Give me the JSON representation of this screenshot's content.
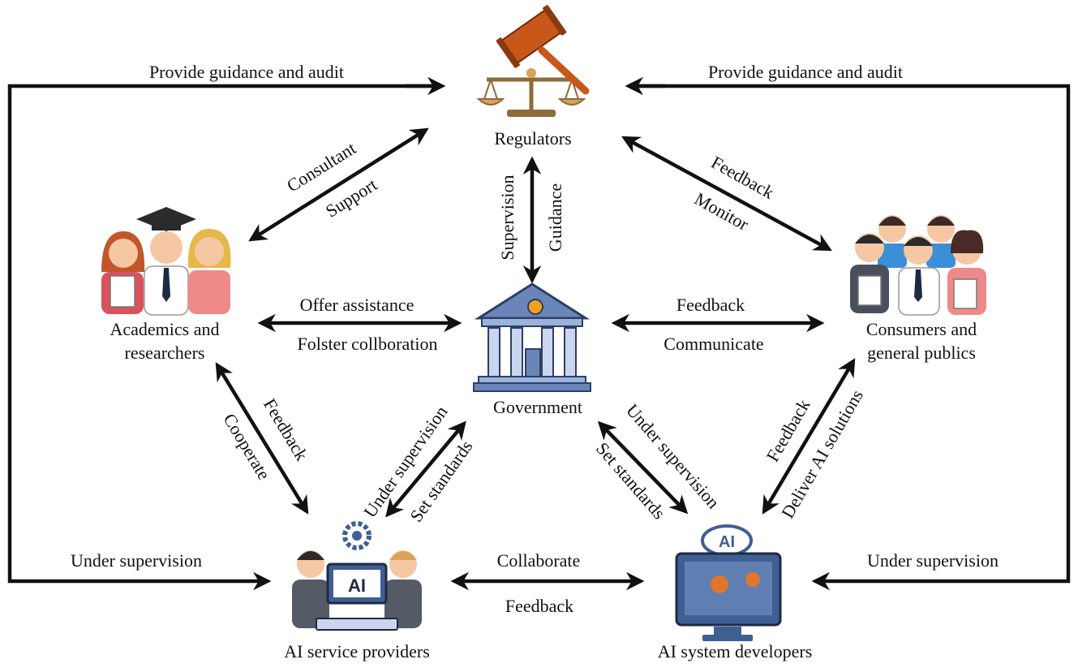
{
  "nodes": {
    "regulators": "Regulators",
    "government": "Government",
    "academics_line1": "Academics and",
    "academics_line2": "researchers",
    "consumers_line1": "Consumers and",
    "consumers_line2": "general publics",
    "providers": "AI service providers",
    "developers": "AI system developers"
  },
  "edges": {
    "guide_left": "Provide guidance and audit",
    "guide_right": "Provide guidance and audit",
    "consultant": "Consultant",
    "support": "Support",
    "feedback_reg_cons": "Feedback",
    "monitor": "Monitor",
    "supervision": "Supervision",
    "guidance": "Guidance",
    "offer_assistance": "Offer assistance",
    "folster": "Folster collboration",
    "feedback_gov_cons": "Feedback",
    "communicate": "Communicate",
    "feedback_acad_prov": "Feedback",
    "cooperate": "Cooperate",
    "under_sup_gov_prov": "Under supervision",
    "set_std_gov_prov": "Set standards",
    "under_sup_gov_dev": "Under supervision",
    "set_std_gov_dev": "Set standards",
    "feedback_cons_dev": "Feedback",
    "deliver_ai": "Deliver AI solutions",
    "under_sup_left": "Under supervision",
    "under_sup_right": "Under supervision",
    "collaborate": "Collaborate",
    "feedback_prov_dev": "Feedback"
  },
  "icons": {
    "ai_badge_provider": "AI",
    "ai_badge_developer": "AI"
  },
  "colors": {
    "line": "#111111",
    "gavel": "#c8581a",
    "building": "#6a86b8",
    "dome": "#f2a01f",
    "skin": "#f6c7a3",
    "monitor": "#3f5f93",
    "gear": "#e0762a"
  }
}
